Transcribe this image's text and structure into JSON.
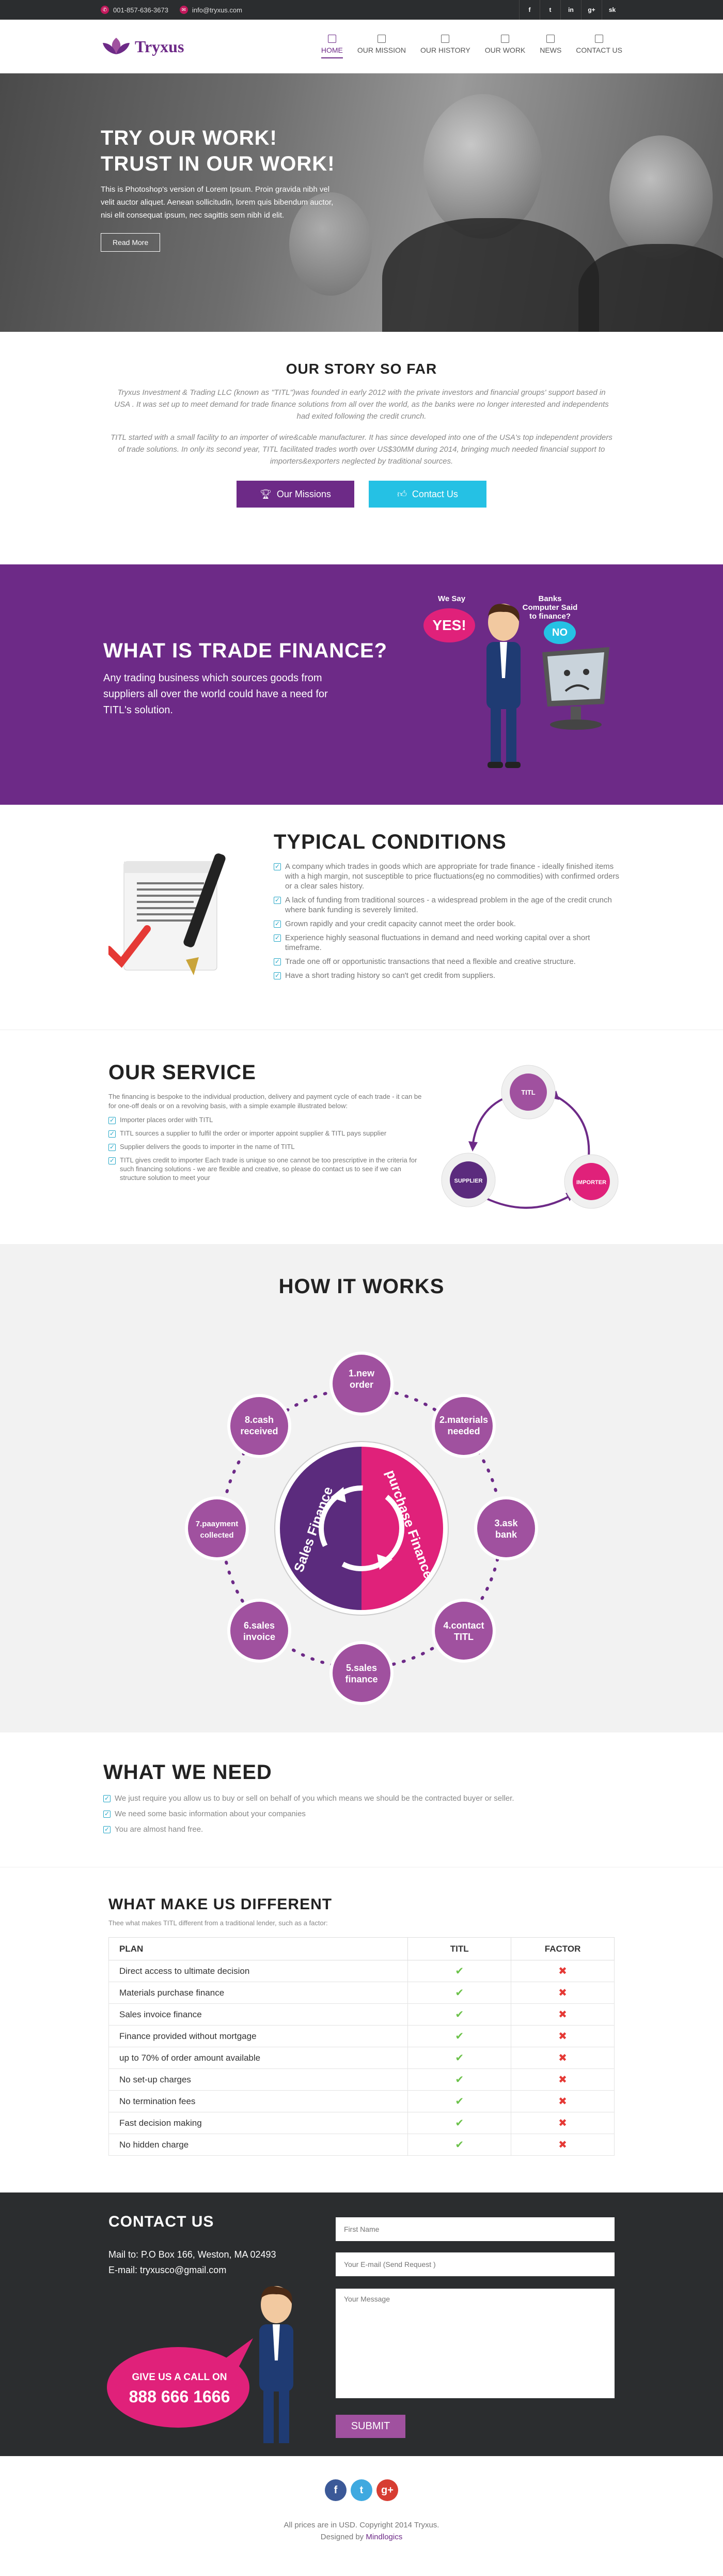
{
  "topbar": {
    "phone": "001-857-636-3673",
    "email": "info@tryxus.com",
    "social": [
      "f",
      "t",
      "in",
      "g+",
      "sk"
    ]
  },
  "header": {
    "logo": "Tryxus",
    "nav": [
      {
        "label": "HOME",
        "active": true
      },
      {
        "label": "OUR MISSION"
      },
      {
        "label": "OUR HISTORY"
      },
      {
        "label": "OUR WORK"
      },
      {
        "label": "NEWS"
      },
      {
        "label": "CONTACT US"
      }
    ]
  },
  "hero": {
    "line1": "TRY OUR WORK!",
    "line2": "TRUST IN OUR WORK!",
    "text": "This is Photoshop's version of Lorem Ipsum. Proin gravida nibh vel velit auctor aliquet. Aenean sollicitudin, lorem quis bibendum auctor, nisi elit consequat ipsum, nec sagittis sem nibh id elit.",
    "button": "Read More"
  },
  "story": {
    "title": "OUR STORY SO FAR",
    "p1": "Tryxus Investment & Trading LLC (known as \"TITL\")was founded in early 2012 with the private investors and financial groups' support based in USA . It was set up to meet demand for trade finance solutions from all over the world, as the banks were no longer interested and independents had exited following the credit crunch.",
    "p2": "TITL started with a small facility to an importer of wire&cable manufacturer. It has since developed into one of the USA's top independent providers of trade solutions. In only its second year, TITL facilitated trades worth over US$30MM during 2014, bringing much needed financial support to importers&exporters neglected by traditional sources.",
    "btn1": "Our Missions",
    "btn2": "Contact Us"
  },
  "trade": {
    "title": "WHAT IS TRADE FINANCE?",
    "text": "Any trading business which sources goods from suppliers all over the world could have a need for TITL's solution.",
    "we_say": "We Say",
    "yes": "YES!",
    "banks_say": "Banks Computer Said to finance?",
    "no": "NO"
  },
  "typical": {
    "title": "TYPICAL CONDITIONS",
    "items": [
      "A company which trades in goods which are appropriate for trade finance - ideally finished items with a high margin, not susceptible to price fluctuations(eg no commodities) with confirmed orders or a clear sales history.",
      "A lack of funding from traditional sources - a widespread problem in the age of the credit crunch where bank funding is severely limited.",
      "Grown rapidly and your credit capacity cannot meet the order book.",
      "Experience highly seasonal fluctuations in demand and need working capital over a short timeframe.",
      "Trade one off or opportunistic transactions that need a flexible and creative structure.",
      "Have a short trading history so can't get credit from suppliers."
    ]
  },
  "service": {
    "title": "OUR SERVICE",
    "intro": "The financing is bespoke to the individual production, delivery and payment cycle of each trade - it can be for one-off deals or on a revolving basis, with a simple example illustrated below:",
    "items": [
      "Importer places order with TITL",
      "TITL sources a supplier to fulfil the order or importer appoint supplier & TITL pays supplier",
      "Supplier delivers the goods to importer in the name of TITL",
      "TITL gives credit to importer Each trade is unique so one cannot be too prescriptive in the criteria for such financing solutions - we are flexible and creative, so please do contact us to see if we can structure solution to meet your"
    ],
    "nodes": [
      "TITL",
      "SUPPLIER",
      "IMPORTER"
    ]
  },
  "how": {
    "title": "HOW IT WORKS",
    "left": "Sales Finance",
    "right": "purchase Finance",
    "steps": [
      "1.new order",
      "2.materials needed",
      "3.ask bank",
      "4.contact TITL",
      "5.sales finance",
      "6.sales invoice",
      "7.paayment collected",
      "8.cash received"
    ]
  },
  "need": {
    "title": "WHAT WE NEED",
    "items": [
      "We just require you allow us to buy or sell on behalf of you which means we should be the contracted buyer or seller.",
      "We need some basic information about your companies",
      "You are almost hand free."
    ]
  },
  "diff": {
    "title": "WHAT MAKE US DIFFERENT",
    "sub": "Thee what makes TITL different from a traditional lender, such as a factor:",
    "headers": [
      "PLAN",
      "TITL",
      "FACTOR"
    ],
    "rows": [
      "Direct access to ultimate decision",
      "Materials purchase finance",
      "Sales invoice finance",
      "Finance provided without mortgage",
      "up to 70% of order amount available",
      "No set-up charges",
      "No termination fees",
      "Fast decision making",
      "No hidden charge"
    ]
  },
  "contact": {
    "title": "CONTACT US",
    "address": "Mail to: P.O Box 166, Weston, MA 02493",
    "email": "E-mail: tryxusco@gmail.com",
    "call_label": "GIVE US A CALL ON",
    "call_number": "888 666 1666",
    "name_ph": "First Name",
    "email_ph": "Your E-mail (Send Request )",
    "msg_ph": "Your Message",
    "submit": "SUBMIT"
  },
  "footer": {
    "social": [
      "f",
      "t",
      "g+"
    ],
    "copyright": "All prices are in USD. Copyright 2014 Tryxus.",
    "designed": "Designed by",
    "credit": "Mindlogics"
  },
  "colors": {
    "purple": "#6d2a87",
    "magenta": "#c2185b",
    "cyan": "#25c1e4",
    "dark": "#2b2d2f"
  }
}
